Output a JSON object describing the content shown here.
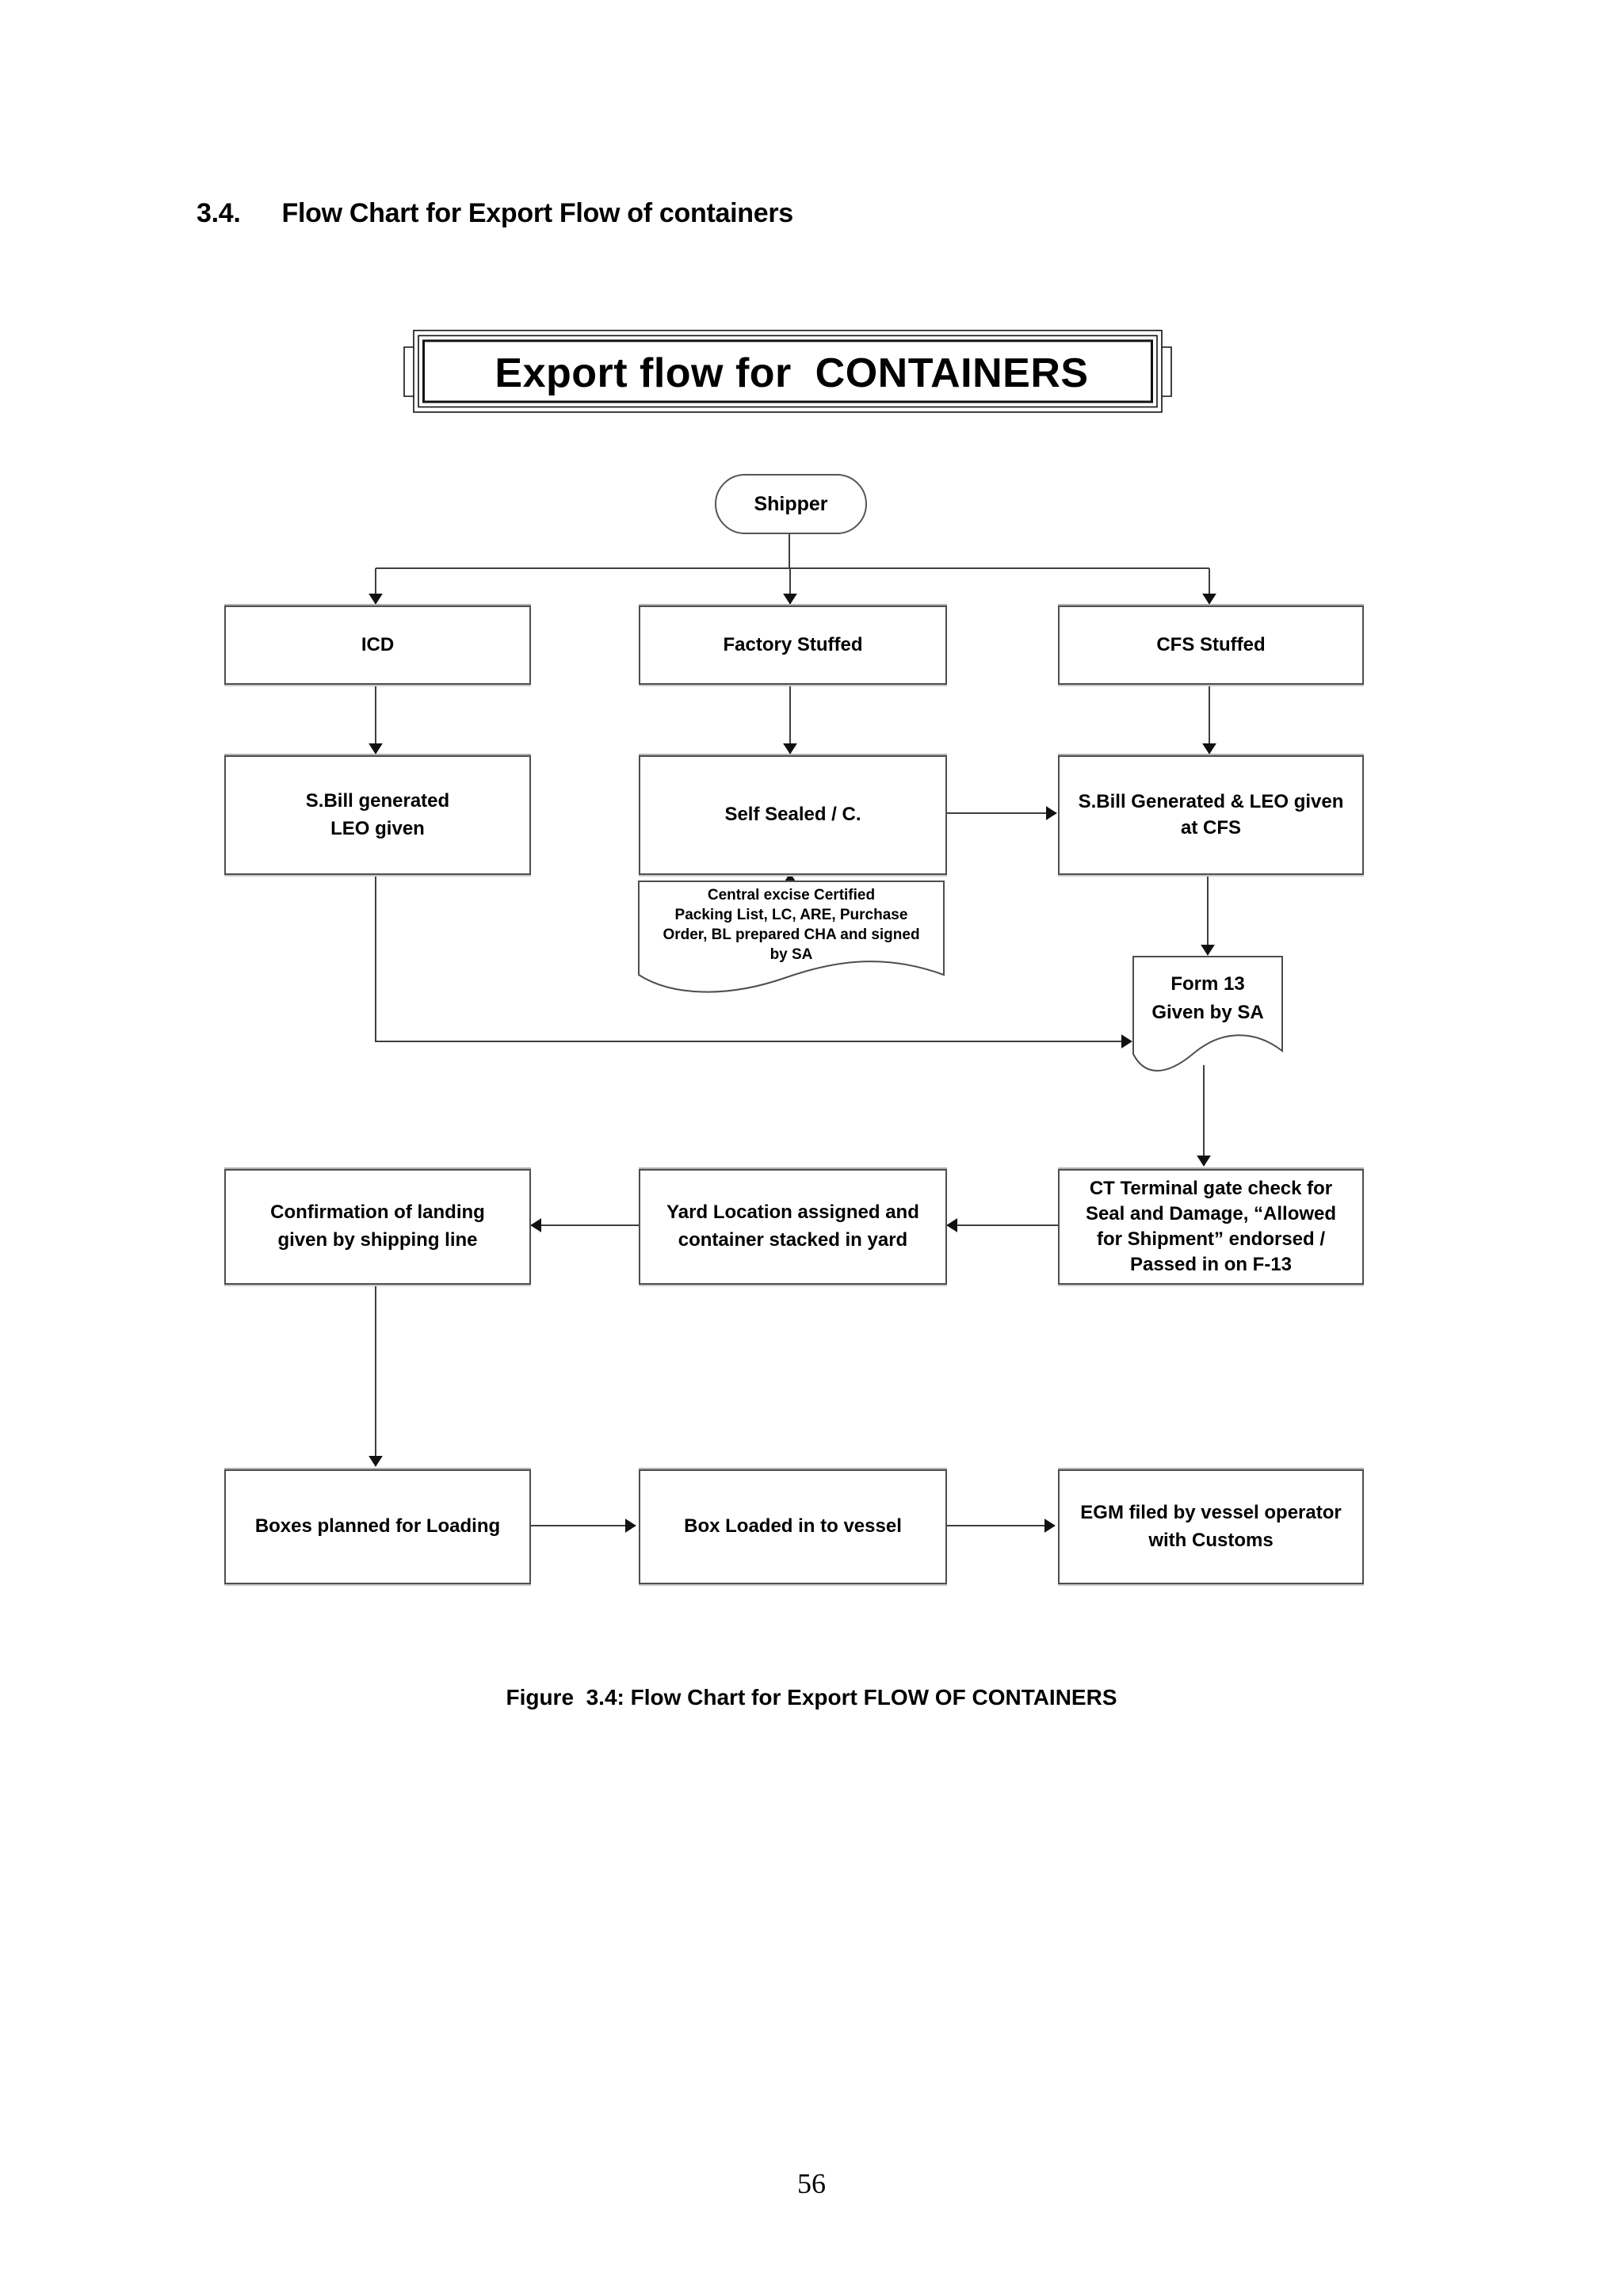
{
  "colors": {
    "background": "#ffffff",
    "text": "#000000",
    "line": "#3f3f3f",
    "box_border": "#4e4e4e"
  },
  "document": {
    "heading_number": "3.4.",
    "heading_title": "Flow Chart for Export Flow of containers",
    "figure_caption": "Figure  3.4: Flow Chart for Export FLOW OF CONTAINERS",
    "page_number": "56"
  },
  "banner": {
    "title": "Export flow for  CONTAINERS"
  },
  "flowchart": {
    "nodes": {
      "shipper": "Shipper",
      "icd": "ICD",
      "factory_stuffed": "Factory Stuffed",
      "cfs_stuffed": "CFS Stuffed",
      "sbill_generated_leo": "S.Bill generated\nLEO given",
      "self_sealed": "Self Sealed / C.",
      "sbill_generated_cfs": "S.Bill Generated & LEO given\nat CFS",
      "central_excise": "Central excise Certified\nPacking List, LC, ARE, Purchase\nOrder, BL prepared CHA and signed\nby SA",
      "form_13": "Form 13\nGiven by SA",
      "ct_terminal": "CT Terminal gate check for\nSeal and Damage, “Allowed\nfor Shipment” endorsed /\nPassed in on F-13",
      "yard_location": "Yard Location assigned and\ncontainer stacked in yard",
      "confirmation_landing": "Confirmation of landing\ngiven by shipping line",
      "boxes_planned": "Boxes planned for Loading",
      "box_loaded": "Box Loaded in to vessel",
      "egm_filed": "EGM filed by vessel operator\nwith Customs"
    }
  }
}
